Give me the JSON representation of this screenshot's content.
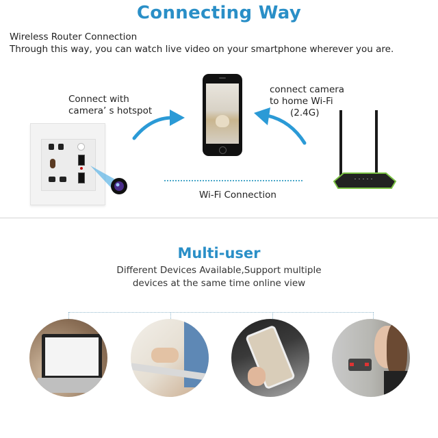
{
  "colors": {
    "accent": "#2a8fc7",
    "text": "#222222",
    "divider": "#d4d4d4"
  },
  "section1": {
    "title": "Connecting Way",
    "subtitle_line1": "Wireless Router Connection",
    "subtitle_line2": "Through this way, you can watch live video on your smartphone wherever you are.",
    "left_label_line1": "Connect with",
    "left_label_line2": "camera’ s hotspot",
    "right_label_line1": "connect camera",
    "right_label_line2": "to home Wi-Fi",
    "right_label_line3": "(2.4G)",
    "wifi_label": "Wi-Fi Connection",
    "images": {
      "socket": "wall-socket-camera",
      "phone": "smartphone-live-view",
      "router": "wireless-router"
    }
  },
  "section2": {
    "title": "Multi-user",
    "subtitle_line1": "Different Devices Available,Support multiple",
    "subtitle_line2": "devices at the same time online view",
    "devices": [
      {
        "name": "laptop"
      },
      {
        "name": "tablet"
      },
      {
        "name": "smartphone"
      },
      {
        "name": "mobile-user"
      }
    ]
  }
}
